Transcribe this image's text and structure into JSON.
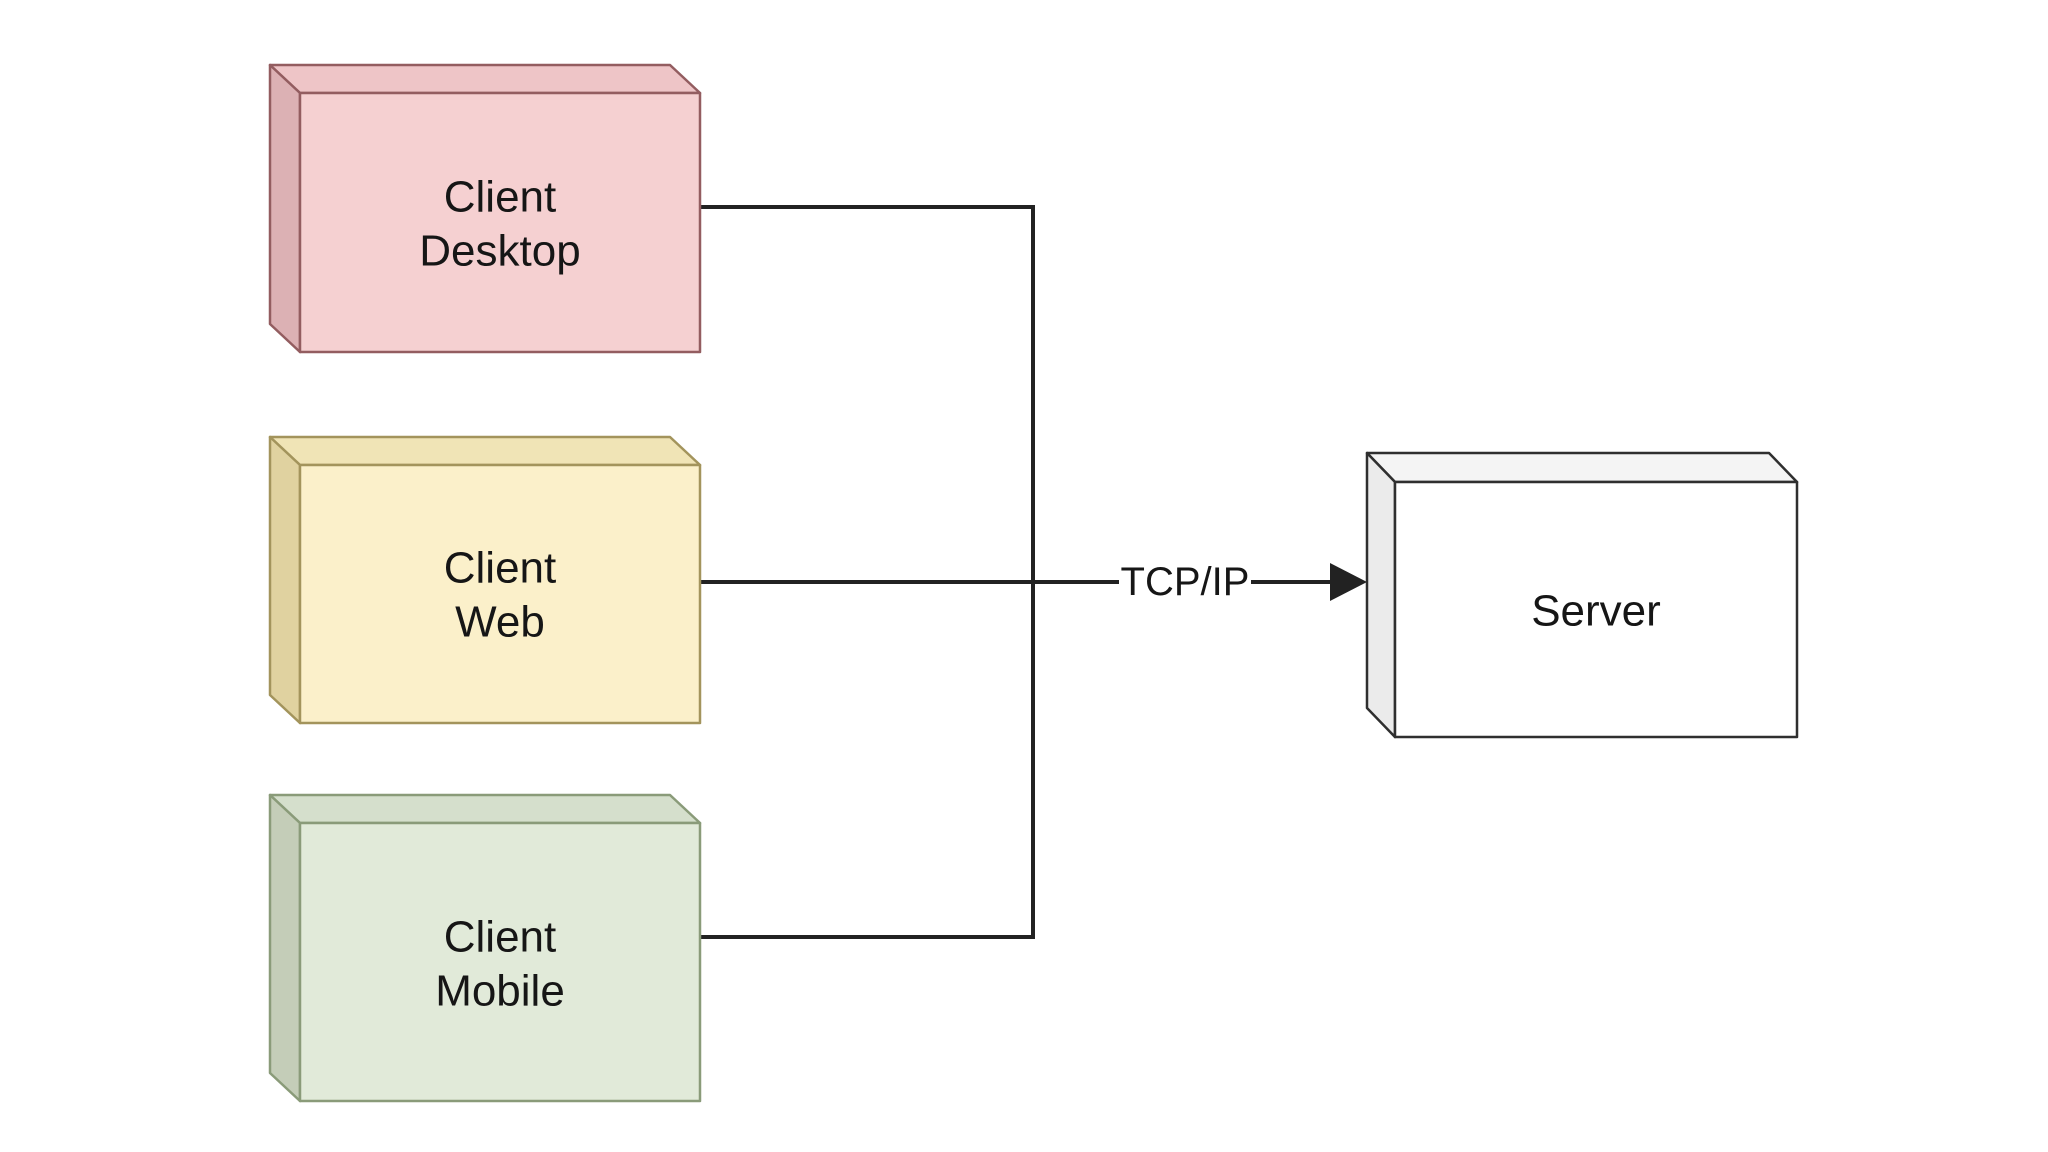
{
  "diagram": {
    "background": "#ffffff",
    "text_color": "#161616",
    "nodes": [
      {
        "id": "client-desktop",
        "label_lines": [
          "Client",
          "Desktop"
        ],
        "fill": "#f5d0d1",
        "top_fill": "#eec5c7",
        "side_fill": "#dcb1b4",
        "stroke": "#935d60"
      },
      {
        "id": "client-web",
        "label_lines": [
          "Client",
          "Web"
        ],
        "fill": "#fbf0ca",
        "top_fill": "#f0e4b6",
        "side_fill": "#e0d2a0",
        "stroke": "#a3945c"
      },
      {
        "id": "client-mobile",
        "label_lines": [
          "Client",
          "Mobile"
        ],
        "fill": "#e1ead9",
        "top_fill": "#d5dfcc",
        "side_fill": "#c4cdb8",
        "stroke": "#8a9b79"
      },
      {
        "id": "server",
        "label": "Server",
        "fill": "#ffffff",
        "top_fill": "#f4f4f4",
        "side_fill": "#ebebeb",
        "stroke": "#2f2f2f"
      }
    ],
    "edge": {
      "label": "TCP/IP",
      "color": "#222222"
    }
  }
}
